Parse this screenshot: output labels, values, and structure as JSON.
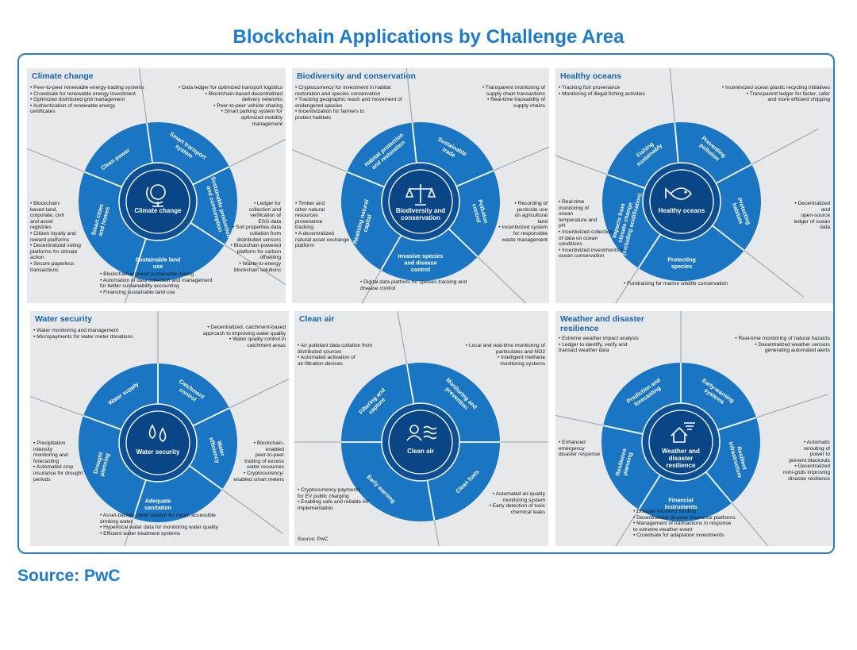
{
  "title": "Blockchain Applications by Challenge Area",
  "footer_source": "Source: PwC",
  "colors": {
    "accent": "#1f7ac9",
    "wheel_outer": "#1a75c2",
    "wheel_inner": "#0d4f94",
    "panel_bg": "#e6e8ea",
    "panel_title": "#1764b0"
  },
  "panels": [
    {
      "title": "Climate change",
      "center_label": "Climate change",
      "center_icon": "globe-icon",
      "segments": [
        "Clean power",
        "Smart transport system",
        "Sustainable production and consumption",
        "Sustainable land use",
        "Smart cities and homes"
      ],
      "notes": {
        "tl": [
          "• Peer-to-peer renewable energy-trading systems",
          "• Crowdsale for renewable energy investment",
          "• Optimized distributed grid management",
          "• Authentication of renewable energy",
          "  certificates"
        ],
        "tr": [
          "• Data ledger for optimized transport logistics",
          "• Blockchain-based decentralized",
          "delivery networks",
          "• Peer-to-peer vehicle sharing",
          "• Smart parking system for",
          "optimized mobility",
          "management"
        ],
        "left": [
          "• Blockchain-",
          "  based land,",
          "  corporate, civil",
          "  and asset",
          "  registries",
          "• Citizen loyalty and",
          "  reward platforms",
          "• Decentralized voting",
          "  platforms for climate",
          "  action",
          "• Secure paperless",
          "  transactions"
        ],
        "right": [
          "• Ledger for",
          "collection and",
          "verification of",
          "ESG data",
          "• Soil properties data",
          "collation from",
          "distributed sensors",
          "• Blockchain-powered",
          "platform for carbon",
          "offsetting",
          "• Waste-to-energy",
          "blockchain solutions"
        ],
        "bottom": [
          "• Blockchain-enabled sustainable mining",
          "• Automation of data collection and management",
          "  for better sustainability accounting",
          "• Financing sustainable land use"
        ]
      }
    },
    {
      "title": "Biodiversity and conservation",
      "center_label": "Biodiversity and conservation",
      "center_icon": "scales-icon",
      "segments": [
        "Habitat protection and restoration",
        "Sustainable trade",
        "Pollution control",
        "Invasive species and disease control",
        "Realizing natural capital"
      ],
      "notes": {
        "tl": [
          "• Cryptocurrency for investment in habitat",
          "  restoration and species conservation",
          "• Tracking geographic reach and movement of",
          "  endangered species",
          "• Incentivization for farmers to",
          "  protect habitats"
        ],
        "tr": [
          "• Transparent monitoring of",
          "supply chain transactions",
          "• Real-time traceability of",
          "supply chains"
        ],
        "left": [
          "• Timber and",
          "  other natural",
          "  resources",
          "  provenance",
          "  tracking",
          "• A decentralized",
          "  natural asset exchange",
          "  platform"
        ],
        "right": [
          "• Recording of",
          "pesticide use",
          "on agricultural",
          "land",
          "• Incentivized system",
          "for responsible",
          "waste management"
        ],
        "bottom": [
          "• Digital data platform for species tracking and",
          "  disease control"
        ]
      }
    },
    {
      "title": "Healthy oceans",
      "center_label": "Healthy oceans",
      "center_icon": "fish-icon",
      "segments": [
        "Fishing sustainably",
        "Preventing pollution",
        "Protecting habitats",
        "Protecting species",
        "Impacts from climate change (including acidification)"
      ],
      "notes": {
        "tl": [
          "• Tracking fish provenance",
          "• Monitoring of illegal fishing activities"
        ],
        "tr": [
          "• Incentivized ocean plastic recycling initiatives",
          "• Transparent ledger for faster, safer",
          "and more efficient shipping"
        ],
        "left": [
          "• Real-time",
          "  monitoring of",
          "  ocean",
          "  temperature and",
          "  pH",
          "• Incentivized collection",
          "  of data on ocean",
          "  conditions",
          "• Incentivized investments in",
          "  ocean conservation"
        ],
        "right": [
          "• Decentralized",
          "and",
          "open-source",
          "ledger of ocean",
          "data"
        ],
        "bottom": [
          "• Fundraising for marine wildlife conservation"
        ]
      }
    },
    {
      "title": "Water security",
      "center_label": "Water security",
      "center_icon": "water-drops-icon",
      "segments": [
        "Water supply",
        "Catchment control",
        "Water efficiency",
        "Adequate sanitation",
        "Drought planning"
      ],
      "notes": {
        "tl": [
          "• Water monitoring and management",
          "• Micropayments for water meter donations"
        ],
        "tr": [
          "• Decentralized, catchment-based",
          "approach to improving water quality",
          "• Water quality control in",
          "catchment areas"
        ],
        "left": [
          "• Precipitation",
          "  intensity",
          "  monitoring and",
          "  forecasting",
          "• Automated crop",
          "  insurance for drought",
          "  periods"
        ],
        "right": [
          "• Blockchain-",
          "enabled",
          "peer-to-peer",
          "trading of excess",
          "water resources",
          "• Cryptocurrency-",
          "enabled smart meters"
        ],
        "bottom": [
          "• Asset-backed token system for clean, accessible",
          "  drinking water",
          "• Hyperlocal water data for monitoring water quality",
          "• Efficient water treatment systems"
        ]
      }
    },
    {
      "title": "Clean air",
      "center_label": "Clean air",
      "center_icon": "air-icon",
      "segments": [
        "Filtering and capture",
        "Monitoring and prevention",
        "Clean fuels",
        "Early warning"
      ],
      "source": "Source: PwC",
      "notes": {
        "tl": [
          "• Air pollutant data collation from",
          "  distributed sources",
          "• Automated activation of",
          "  air-filtration devices"
        ],
        "tr": [
          "• Local and real-time monitoring of",
          "particulates and NO2",
          "• Intelligent methane",
          "monitoring systems"
        ],
        "bl": [
          "• Cryptocurrency payments",
          "  for EV public charging",
          "• Enabling safe and reliable AV",
          "  implementation"
        ],
        "br": [
          "• Automated air-quality",
          "monitoring system",
          "• Early detection of toxic",
          "chemical leaks"
        ]
      }
    },
    {
      "title": "Weather and disaster resilience",
      "center_label": "Weather and disaster resilience",
      "center_icon": "storm-house-icon",
      "segments": [
        "Prediction and forecasting",
        "Early-warning systems",
        "Resilient infrastructure",
        "Financial instruments",
        "Resilience planning"
      ],
      "notes": {
        "tl": [
          "• Extreme weather impact analysis",
          "• Ledger to identify, verify and",
          "  transact weather data"
        ],
        "tr": [
          "• Real-time monitoring of natural hazards",
          "• Decentralized weather sensors",
          "generating automated alerts"
        ],
        "left": [
          "• Enhanced",
          "  emergency",
          "  disaster response"
        ],
        "right": [
          "• Automatic",
          "rerouting of",
          "power to",
          "prevent blackouts",
          "• Decentralized",
          "mini-grids improving",
          "disaster resilience"
        ],
        "bottom": [
          "• Disaster recovery funding",
          "• Decentralized disaster insurance platforms",
          "• Management of transactions in response",
          "  to extreme weather event",
          "• Crowdsale for adaptation investments"
        ]
      }
    }
  ]
}
